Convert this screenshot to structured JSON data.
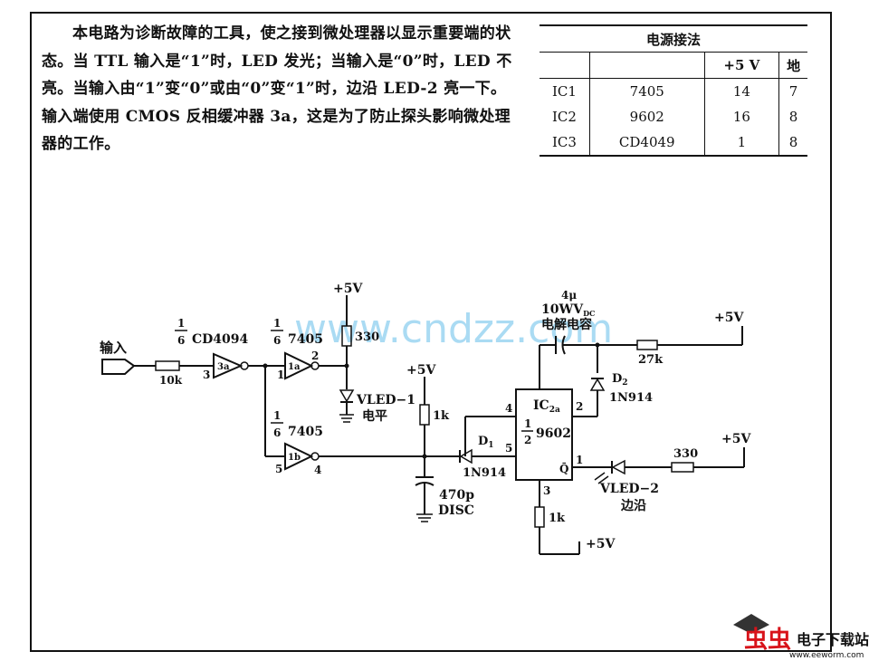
{
  "description": [
    "本电路为诊断故障的工具，使之接到微处理器以显示重要端的状态。当 TTL 输入是“1”时，LED 发光；当输入是“0”时，LED 不亮。当输入由“1”变“0”或由“0”变“1”时，边沿 LED-2 亮一下。输入端使用 CMOS 反相缓冲器 3a，这是为了防止探头影响微处理器的工作。"
  ],
  "power_table": {
    "title": "电源接法",
    "headers": [
      "",
      "",
      "+5 V",
      "地"
    ],
    "rows": [
      {
        "ic": "IC1",
        "part": "7405",
        "vcc": "14",
        "gnd": "7"
      },
      {
        "ic": "IC2",
        "part": "9602",
        "vcc": "16",
        "gnd": "8"
      },
      {
        "ic": "IC3",
        "part": "CD4049",
        "vcc": "1",
        "gnd": "8"
      }
    ]
  },
  "schematic": {
    "input_label": "输入",
    "r_in": "10k",
    "u3a_fraction_num": "1",
    "u3a_fraction_den": "6",
    "u3a_part": "CD4094",
    "u3a_name": "3a",
    "u3a_pin_in": "3",
    "u1a_fraction_num": "1",
    "u1a_fraction_den": "6",
    "u1a_part": "7405",
    "u1a_name": "1a",
    "u1a_pin_in": "1",
    "u1a_pin_out": "2",
    "u1b_fraction_num": "1",
    "u1b_fraction_den": "6",
    "u1b_part": "7405",
    "u1b_name": "1b",
    "u1b_pin_in": "5",
    "u1b_pin_out": "4",
    "vcc_1": "+5V",
    "r_330_a": "330",
    "led1_label": "VLED−1",
    "led1_desc": "电平",
    "vcc_2": "+5V",
    "r_1k_a": "1k",
    "c_470_value": "470p",
    "c_470_type": "DISC",
    "d1_label": "D",
    "d1_sub": "1",
    "d1_part": "1N914",
    "ic_label": "IC",
    "ic_sub": "2a",
    "ic_frac_num": "1",
    "ic_frac_den": "2",
    "ic_part": "9602",
    "ic_pin4": "4",
    "ic_pin5": "5",
    "ic_pin2": "2",
    "ic_pin1": "1",
    "ic_pin3": "3",
    "ic_qbar": "Q̄",
    "cap_value": "4μ",
    "cap_voltage": "10WV",
    "cap_voltage_sub": "DC",
    "cap_type": "电解电容",
    "vcc_3": "+5V",
    "r_27k": "27k",
    "d2_label": "D",
    "d2_sub": "2",
    "d2_part": "1N914",
    "vcc_4": "+5V",
    "r_330_b": "330",
    "led2_label": "VLED−2",
    "led2_desc": "边沿",
    "r_1k_b": "1k",
    "vcc_5": "+5V"
  },
  "watermark": "www.cndzz.com",
  "logo": {
    "brand": "虫虫",
    "text": "电子下载站",
    "url": "www.eeworm.com"
  }
}
